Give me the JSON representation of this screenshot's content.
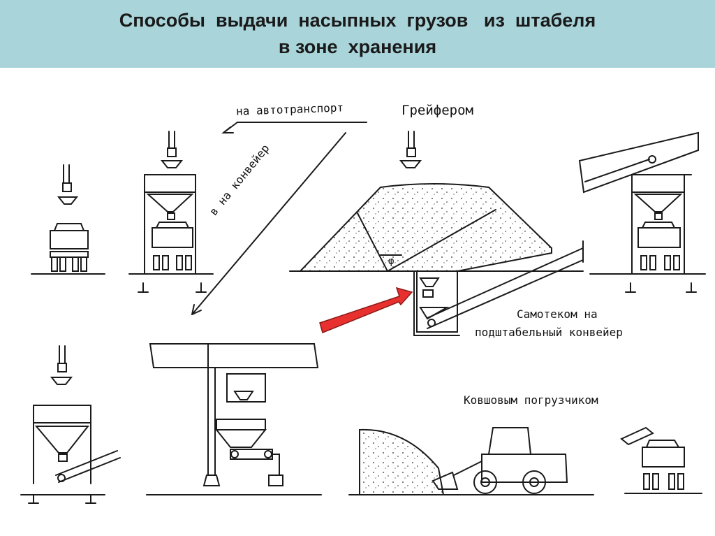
{
  "header": {
    "title_line1": "Способы  выдачи  насыпных  грузов   из  штабеля",
    "title_line2": "в зоне  хранения"
  },
  "labels": {
    "to_trucks": "на автотранспорт",
    "grab": "Грейфером",
    "to_conveyor": "в на конвейер",
    "gravity_line1": "Самотеком  на",
    "gravity_line2": "подштабельный  конвейер",
    "loader": "Ковшовым  погрузчиком",
    "angle": "φ"
  },
  "colors": {
    "header_bg": "#a8d4da",
    "ink": "#1a1a1a",
    "highlight_arrow": "#e8312f"
  }
}
